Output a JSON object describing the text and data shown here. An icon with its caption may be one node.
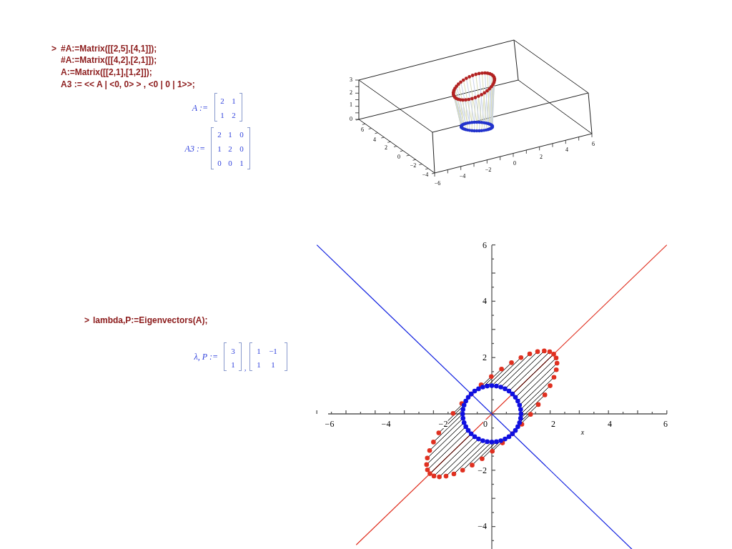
{
  "diagram": {
    "labels": [
      ">",
      "#A:=Matrix([[2,5],[4,1]]);",
      "#A:=Matrix([[4,2],[2,1]]);",
      "A:=Matrix([[2,1],[1,2]]);",
      "A3 := << A | <0, 0> > , <0 | 0 | 1>>;",
      "A :=",
      "2",
      "1",
      "1",
      "2",
      "A3 :=",
      "2",
      "1",
      "0",
      "1",
      "2",
      "0",
      "0",
      "0",
      "1",
      "3",
      "2",
      "1",
      "0",
      "6",
      "4",
      "2",
      "0",
      "−2",
      "−4",
      "−6",
      "−4",
      "−2",
      "0",
      "2",
      "4",
      "6",
      ">",
      "lambda,P:=Eigenvectors(A);",
      "λ, P :=",
      "3",
      "1",
      ",",
      "1",
      "−1",
      "1",
      "1",
      "6",
      "4",
      "2",
      "−2",
      "−4",
      "−6",
      "−4",
      "−2",
      "0",
      "2",
      "4",
      "6",
      "x"
    ]
  }
}
